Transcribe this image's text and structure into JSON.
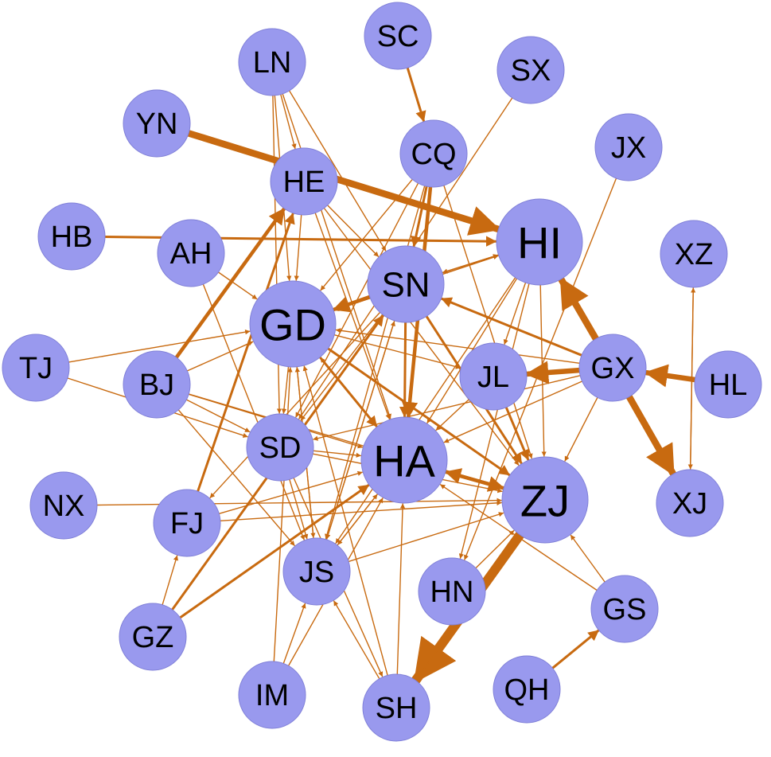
{
  "colors": {
    "node_fill": "#9999ee",
    "node_stroke": "#8080d8",
    "edge": "#c86a10",
    "label": "#000000"
  },
  "nodes": [
    {
      "id": "SC",
      "label": "SC",
      "size": "small"
    },
    {
      "id": "LN",
      "label": "LN",
      "size": "small"
    },
    {
      "id": "SX",
      "label": "SX",
      "size": "small"
    },
    {
      "id": "YN",
      "label": "YN",
      "size": "small"
    },
    {
      "id": "CQ",
      "label": "CQ",
      "size": "small"
    },
    {
      "id": "JX",
      "label": "JX",
      "size": "small"
    },
    {
      "id": "HE",
      "label": "HE",
      "size": "small"
    },
    {
      "id": "HB",
      "label": "HB",
      "size": "small"
    },
    {
      "id": "AH",
      "label": "AH",
      "size": "small"
    },
    {
      "id": "HI",
      "label": "HI",
      "size": "large"
    },
    {
      "id": "XZ",
      "label": "XZ",
      "size": "small"
    },
    {
      "id": "SN",
      "label": "SN",
      "size": "medium"
    },
    {
      "id": "GD",
      "label": "GD",
      "size": "large"
    },
    {
      "id": "TJ",
      "label": "TJ",
      "size": "small"
    },
    {
      "id": "BJ",
      "label": "BJ",
      "size": "small"
    },
    {
      "id": "JL",
      "label": "JL",
      "size": "small"
    },
    {
      "id": "GX",
      "label": "GX",
      "size": "small"
    },
    {
      "id": "HL",
      "label": "HL",
      "size": "small"
    },
    {
      "id": "SD",
      "label": "SD",
      "size": "small"
    },
    {
      "id": "HA",
      "label": "HA",
      "size": "large"
    },
    {
      "id": "ZJ",
      "label": "ZJ",
      "size": "large"
    },
    {
      "id": "XJ",
      "label": "XJ",
      "size": "small"
    },
    {
      "id": "NX",
      "label": "NX",
      "size": "small"
    },
    {
      "id": "FJ",
      "label": "FJ",
      "size": "small"
    },
    {
      "id": "JS",
      "label": "JS",
      "size": "small"
    },
    {
      "id": "HN",
      "label": "HN",
      "size": "small"
    },
    {
      "id": "GS",
      "label": "GS",
      "size": "small"
    },
    {
      "id": "GZ",
      "label": "GZ",
      "size": "small"
    },
    {
      "id": "IM",
      "label": "IM",
      "size": "small"
    },
    {
      "id": "SH",
      "label": "SH",
      "size": "small"
    },
    {
      "id": "QH",
      "label": "QH",
      "size": "small"
    }
  ],
  "edges": [
    {
      "from": "SC",
      "to": "CQ",
      "weight": 2
    },
    {
      "from": "YN",
      "to": "HI",
      "weight": 5
    },
    {
      "from": "HB",
      "to": "HI",
      "weight": 2
    },
    {
      "from": "GX",
      "to": "HI",
      "weight": 5
    },
    {
      "from": "GX",
      "to": "JL",
      "weight": 4
    },
    {
      "from": "GX",
      "to": "XJ",
      "weight": 5
    },
    {
      "from": "HL",
      "to": "GX",
      "weight": 4
    },
    {
      "from": "XZ",
      "to": "XJ",
      "weight": 1
    },
    {
      "from": "XJ",
      "to": "XZ",
      "weight": 1
    },
    {
      "from": "ZJ",
      "to": "SH",
      "weight": 7
    },
    {
      "from": "HA",
      "to": "ZJ",
      "weight": 3
    },
    {
      "from": "ZJ",
      "to": "HA",
      "weight": 3
    },
    {
      "from": "CQ",
      "to": "HA",
      "weight": 3
    },
    {
      "from": "CQ",
      "to": "SN",
      "weight": 2
    },
    {
      "from": "BJ",
      "to": "HE",
      "weight": 3
    },
    {
      "from": "SN",
      "to": "GD",
      "weight": 3
    },
    {
      "from": "QH",
      "to": "GS",
      "weight": 2
    },
    {
      "from": "GZ",
      "to": "HA",
      "weight": 2
    },
    {
      "from": "GZ",
      "to": "SN",
      "weight": 2
    },
    {
      "from": "NX",
      "to": "ZJ",
      "weight": 1
    },
    {
      "from": "TJ",
      "to": "GD",
      "weight": 1
    },
    {
      "from": "TJ",
      "to": "SD",
      "weight": 1
    },
    {
      "from": "SX",
      "to": "SD",
      "weight": 1
    },
    {
      "from": "JX",
      "to": "HN",
      "weight": 1
    },
    {
      "from": "LN",
      "to": "GD",
      "weight": 1
    },
    {
      "from": "LN",
      "to": "SD",
      "weight": 1
    },
    {
      "from": "LN",
      "to": "SN",
      "weight": 1
    },
    {
      "from": "LN",
      "to": "HA",
      "weight": 1
    },
    {
      "from": "LN",
      "to": "HE",
      "weight": 1
    },
    {
      "from": "HE",
      "to": "GD",
      "weight": 1
    },
    {
      "from": "HE",
      "to": "HA",
      "weight": 1
    },
    {
      "from": "HE",
      "to": "SN",
      "weight": 1
    },
    {
      "from": "HE",
      "to": "ZJ",
      "weight": 1
    },
    {
      "from": "AH",
      "to": "GD",
      "weight": 1
    },
    {
      "from": "AH",
      "to": "JS",
      "weight": 1
    },
    {
      "from": "BJ",
      "to": "GD",
      "weight": 1
    },
    {
      "from": "BJ",
      "to": "SD",
      "weight": 1
    },
    {
      "from": "BJ",
      "to": "HA",
      "weight": 1
    },
    {
      "from": "BJ",
      "to": "JS",
      "weight": 1
    },
    {
      "from": "BJ",
      "to": "ZJ",
      "weight": 1
    },
    {
      "from": "GD",
      "to": "HA",
      "weight": 2
    },
    {
      "from": "GD",
      "to": "ZJ",
      "weight": 2
    },
    {
      "from": "GD",
      "to": "JL",
      "weight": 1
    },
    {
      "from": "GD",
      "to": "HI",
      "weight": 1
    },
    {
      "from": "GD",
      "to": "JS",
      "weight": 1
    },
    {
      "from": "GD",
      "to": "SD",
      "weight": 1
    },
    {
      "from": "SN",
      "to": "HA",
      "weight": 2
    },
    {
      "from": "SN",
      "to": "ZJ",
      "weight": 2
    },
    {
      "from": "SN",
      "to": "SD",
      "weight": 1
    },
    {
      "from": "SN",
      "to": "JS",
      "weight": 1
    },
    {
      "from": "SN",
      "to": "HI",
      "weight": 1
    },
    {
      "from": "SN",
      "to": "FJ",
      "weight": 1
    },
    {
      "from": "HI",
      "to": "SN",
      "weight": 1
    },
    {
      "from": "HI",
      "to": "GD",
      "weight": 1
    },
    {
      "from": "HI",
      "to": "HA",
      "weight": 1
    },
    {
      "from": "HI",
      "to": "ZJ",
      "weight": 1
    },
    {
      "from": "HI",
      "to": "JL",
      "weight": 1
    },
    {
      "from": "HI",
      "to": "JS",
      "weight": 1
    },
    {
      "from": "HI",
      "to": "HN",
      "weight": 1
    },
    {
      "from": "GX",
      "to": "SN",
      "weight": 2
    },
    {
      "from": "GX",
      "to": "GD",
      "weight": 1
    },
    {
      "from": "GX",
      "to": "HA",
      "weight": 1
    },
    {
      "from": "GX",
      "to": "ZJ",
      "weight": 1
    },
    {
      "from": "GX",
      "to": "SD",
      "weight": 1
    },
    {
      "from": "JL",
      "to": "ZJ",
      "weight": 2
    },
    {
      "from": "JL",
      "to": "HA",
      "weight": 1
    },
    {
      "from": "SD",
      "to": "HA",
      "weight": 1
    },
    {
      "from": "SD",
      "to": "ZJ",
      "weight": 1
    },
    {
      "from": "SD",
      "to": "JS",
      "weight": 1
    },
    {
      "from": "SD",
      "to": "SH",
      "weight": 1
    },
    {
      "from": "HA",
      "to": "JS",
      "weight": 1
    },
    {
      "from": "HA",
      "to": "GD",
      "weight": 1
    },
    {
      "from": "FJ",
      "to": "ZJ",
      "weight": 1
    },
    {
      "from": "FJ",
      "to": "HA",
      "weight": 1
    },
    {
      "from": "FJ",
      "to": "HE",
      "weight": 2
    },
    {
      "from": "GZ",
      "to": "FJ",
      "weight": 1
    },
    {
      "from": "JS",
      "to": "HA",
      "weight": 1
    },
    {
      "from": "JS",
      "to": "GD",
      "weight": 1
    },
    {
      "from": "JS",
      "to": "ZJ",
      "weight": 1
    },
    {
      "from": "JS",
      "to": "SN",
      "weight": 1
    },
    {
      "from": "IM",
      "to": "GD",
      "weight": 1
    },
    {
      "from": "IM",
      "to": "JS",
      "weight": 1
    },
    {
      "from": "IM",
      "to": "HA",
      "weight": 1
    },
    {
      "from": "SH",
      "to": "HA",
      "weight": 1
    },
    {
      "from": "SH",
      "to": "JS",
      "weight": 1
    },
    {
      "from": "SH",
      "to": "GD",
      "weight": 1
    },
    {
      "from": "SH",
      "to": "ZJ",
      "weight": 1
    },
    {
      "from": "HN",
      "to": "ZJ",
      "weight": 1
    },
    {
      "from": "GS",
      "to": "ZJ",
      "weight": 1
    },
    {
      "from": "GS",
      "to": "HA",
      "weight": 1
    },
    {
      "from": "CQ",
      "to": "GD",
      "weight": 1
    },
    {
      "from": "CQ",
      "to": "SD",
      "weight": 1
    },
    {
      "from": "CQ",
      "to": "ZJ",
      "weight": 1
    },
    {
      "from": "CQ",
      "to": "JS",
      "weight": 1
    }
  ]
}
